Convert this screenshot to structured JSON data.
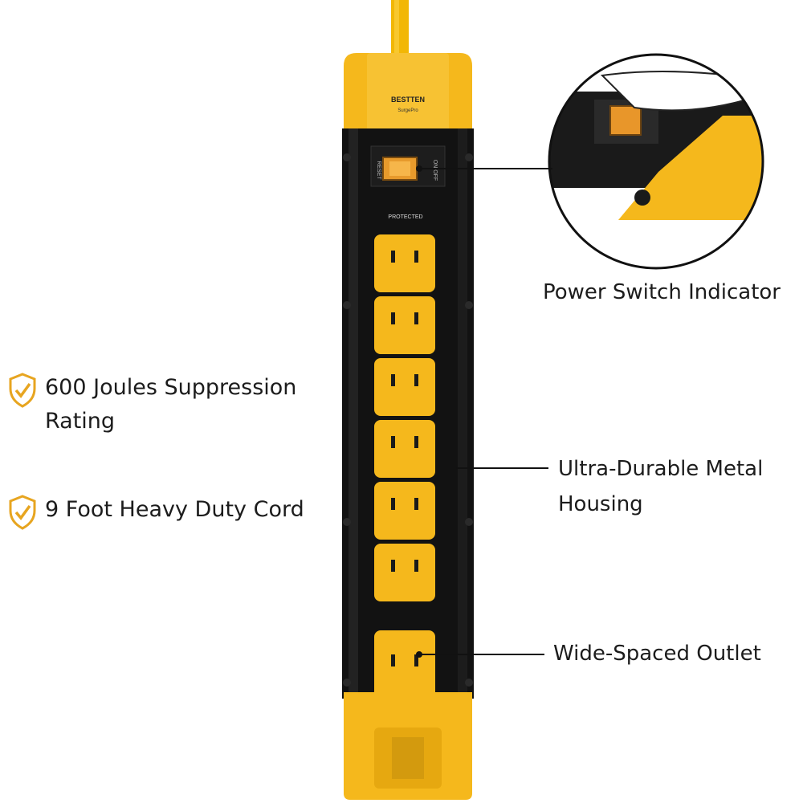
{
  "product": {
    "brand": "BESTTEN",
    "model": "SurgePro",
    "protected_label": "PROTECTED",
    "switch_label_left": "RESET",
    "switch_label_right": "ON/OFF",
    "outlet_count": 7,
    "colors": {
      "housing": "#111111",
      "accent": "#f5b81c",
      "cord": "#f2b705"
    }
  },
  "features": [
    {
      "icon": "shield-check-icon",
      "text": "600 Joules Suppression Rating"
    },
    {
      "icon": "shield-check-icon",
      "text": "9 Foot Heavy Duty Cord"
    }
  ],
  "callouts": {
    "switch": "Power Switch Indicator",
    "housing": "Ultra-Durable Metal Housing",
    "outlet": "Wide-Spaced Outlet"
  }
}
